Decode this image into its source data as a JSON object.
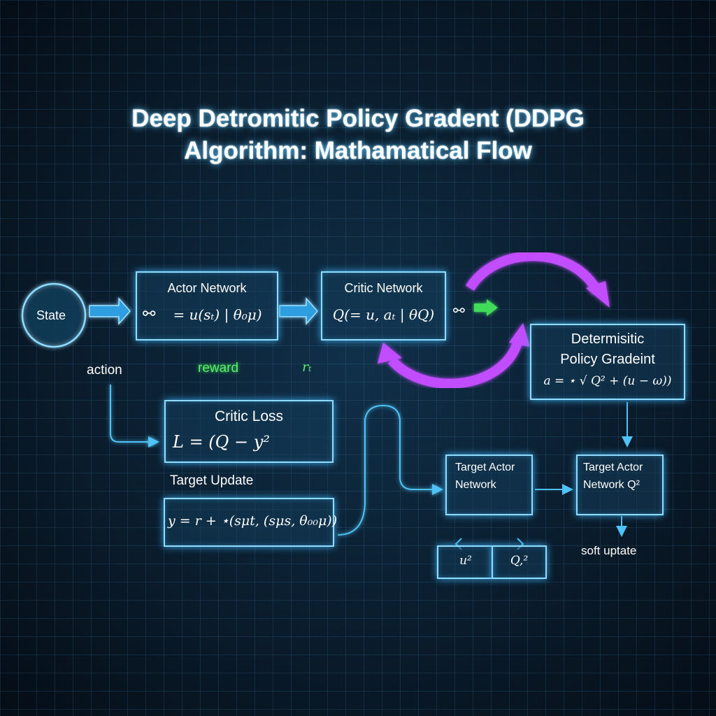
{
  "title": {
    "line1": "Deep Detromitic Policy Gradent (DDPG",
    "line2": "Algorithm: Mathamatical Flow"
  },
  "state": "State",
  "actor": {
    "label": "Actor Network",
    "formula": "= u(sₜ) | θ₀μ)",
    "icon": "network-nodes-icon"
  },
  "critic": {
    "label": "Critic Network",
    "formula": "Q(= u, aₜ | θQ)"
  },
  "deterministic": {
    "line1": "Determisitic",
    "line2": "Policy Gradeint",
    "formula": "a = ⋆ √ Q² + (u − ω))"
  },
  "action": "action",
  "reward": "reward",
  "reward_symbol": "rₜ",
  "critic_loss": {
    "label": "Critic Loss",
    "formula": "L = (Q − y²"
  },
  "target_update": {
    "label": "Target Update",
    "formula": "y = r + ⋆(sμt, (sμs, θ₀₀μ))"
  },
  "target_actor_1": {
    "line1": "Target Actor",
    "line2": "Network"
  },
  "target_actor_2": {
    "line1": "Target Actor",
    "line2": "Network Q²"
  },
  "soft_update": "soft uptate",
  "small_box": {
    "left": "u²",
    "right": "Q,²"
  },
  "colors": {
    "accent": "#4fc3f7",
    "purple": "#c14dff",
    "green": "#5cf06a"
  }
}
